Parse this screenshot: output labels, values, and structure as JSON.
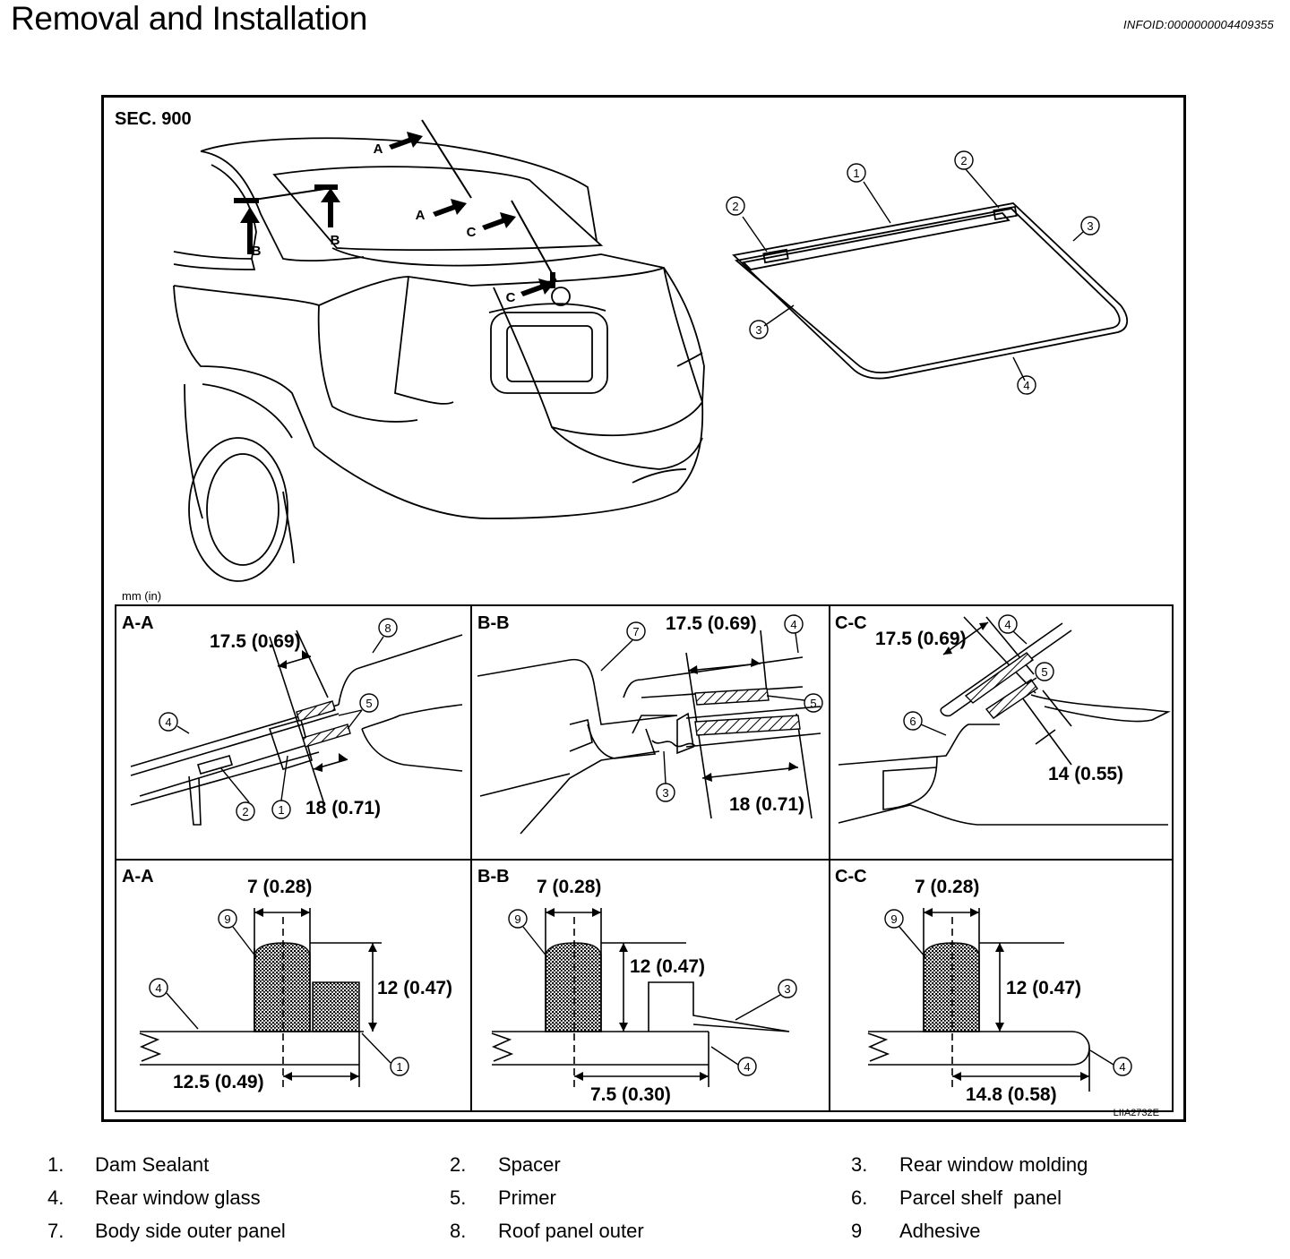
{
  "header": {
    "title": "Removal and Installation",
    "info_id": "INFOID:0000000004409355"
  },
  "figure": {
    "section": "SEC. 900",
    "units": "mm (in)",
    "figure_code": "LIIA2732E",
    "overview": {
      "section_arrows": [
        "A",
        "A",
        "B",
        "B",
        "C",
        "C"
      ],
      "glass_callouts": [
        "1",
        "2",
        "2",
        "3",
        "3",
        "4"
      ]
    },
    "sections_top": [
      {
        "id": "A-A",
        "dim1": "17.5 (0.69)",
        "dim2": "18 (0.71)",
        "callouts": [
          "8",
          "4",
          "5",
          "2",
          "1"
        ]
      },
      {
        "id": "B-B",
        "dim1": "17.5 (0.69)",
        "dim2": "18 (0.71)",
        "callouts": [
          "7",
          "4",
          "5",
          "3"
        ]
      },
      {
        "id": "C-C",
        "dim1": "17.5 (0.69)",
        "dim2": "14 (0.55)",
        "callouts": [
          "4",
          "5",
          "6"
        ]
      }
    ],
    "sections_bottom": [
      {
        "id": "A-A",
        "width": "7 (0.28)",
        "height": "12 (0.47)",
        "offset": "12.5 (0.49)",
        "callouts": [
          "9",
          "4",
          "1"
        ]
      },
      {
        "id": "B-B",
        "width": "7 (0.28)",
        "height": "12 (0.47)",
        "offset": "7.5 (0.30)",
        "callouts": [
          "9",
          "3",
          "4"
        ]
      },
      {
        "id": "C-C",
        "width": "7 (0.28)",
        "height": "12 (0.47)",
        "offset": "14.8 (0.58)",
        "callouts": [
          "9",
          "4"
        ]
      }
    ]
  },
  "legend": [
    {
      "num": "1.",
      "label": "Dam Sealant"
    },
    {
      "num": "2.",
      "label": "Spacer"
    },
    {
      "num": "3.",
      "label": "Rear window molding"
    },
    {
      "num": "4.",
      "label": "Rear window glass"
    },
    {
      "num": "5.",
      "label": "Primer"
    },
    {
      "num": "6.",
      "label": "Parcel shelf  panel"
    },
    {
      "num": "7.",
      "label": "Body side outer panel"
    },
    {
      "num": "8.",
      "label": "Roof panel outer"
    },
    {
      "num": "9",
      "label": "Adhesive"
    }
  ]
}
